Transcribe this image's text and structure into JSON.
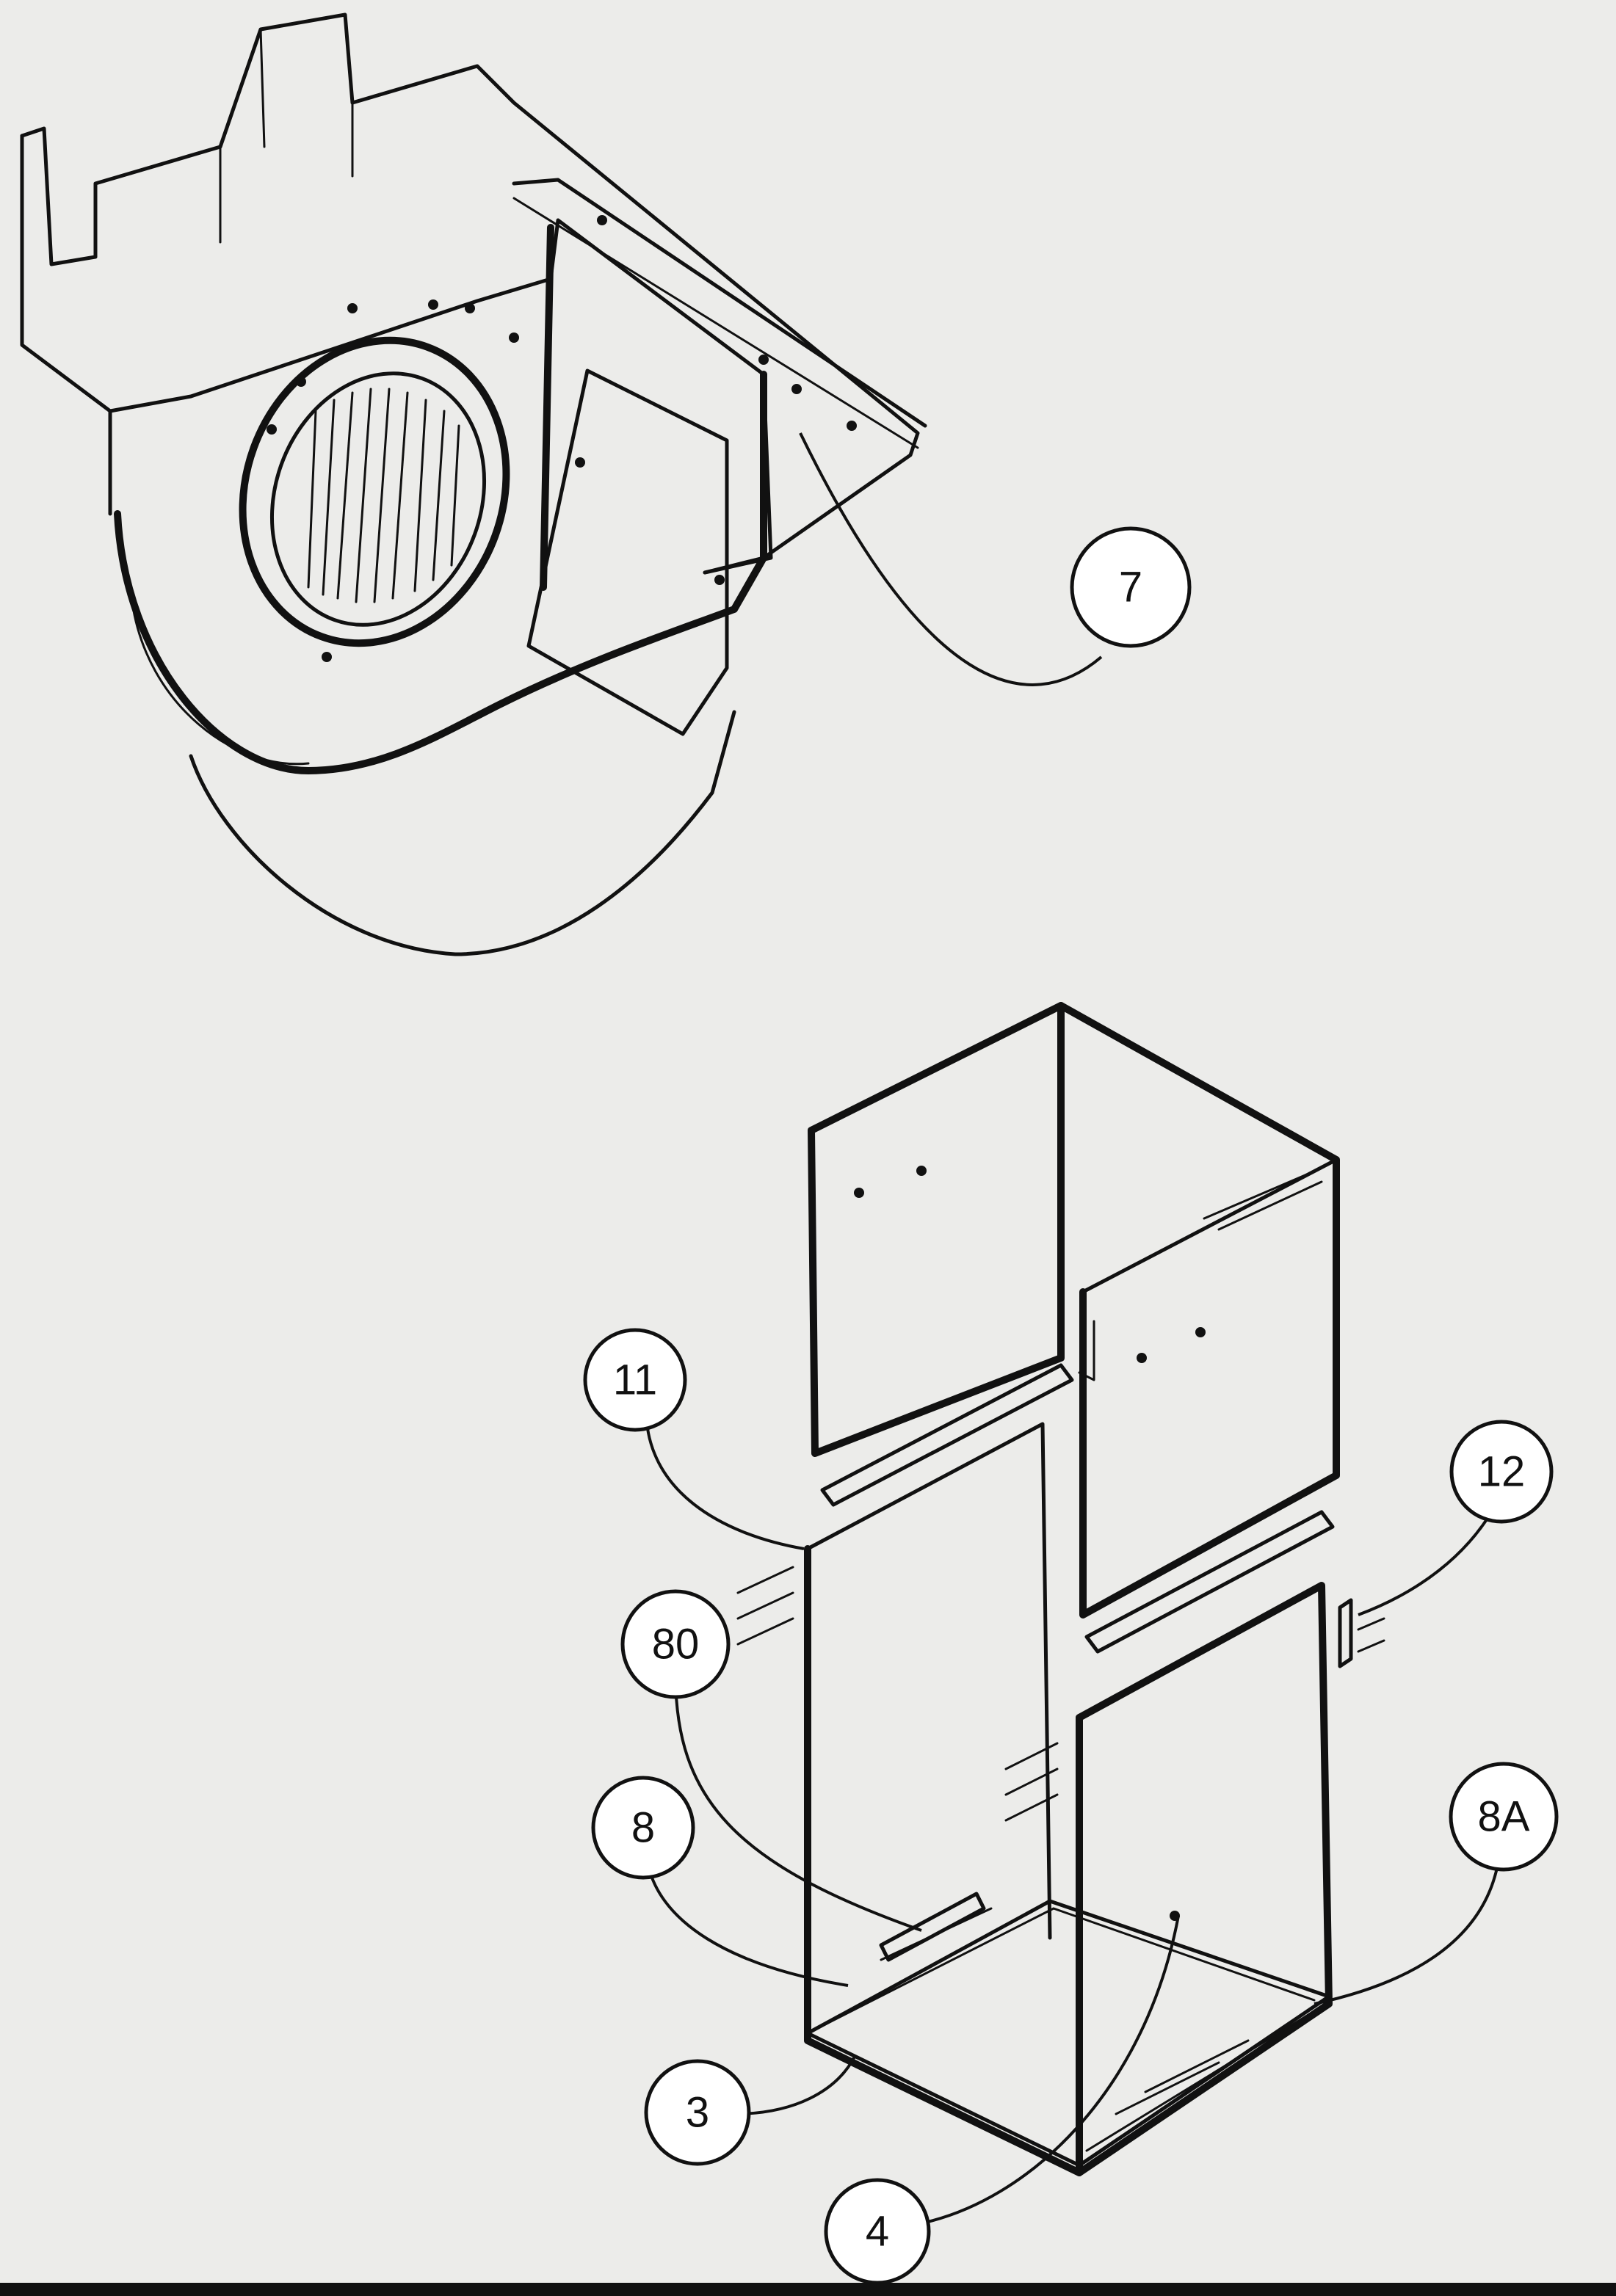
{
  "diagram": {
    "callouts": [
      {
        "id": "7",
        "label": "7"
      },
      {
        "id": "11",
        "label": "11"
      },
      {
        "id": "12",
        "label": "12"
      },
      {
        "id": "80",
        "label": "80"
      },
      {
        "id": "8",
        "label": "8"
      },
      {
        "id": "8A",
        "label": "8A"
      },
      {
        "id": "3",
        "label": "3"
      },
      {
        "id": "4",
        "label": "4"
      }
    ],
    "colors": {
      "background": "#ececea",
      "ink": "#111111"
    }
  }
}
